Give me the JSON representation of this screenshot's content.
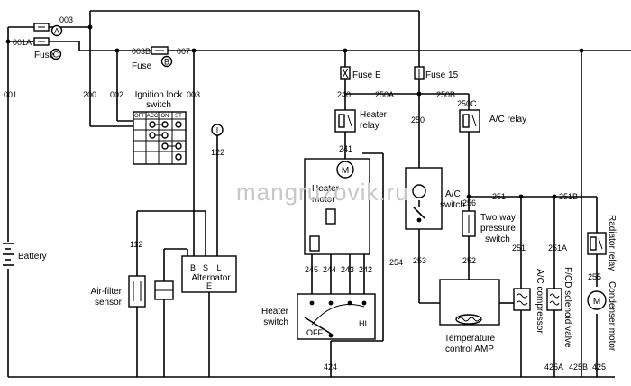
{
  "labels": {
    "fuse_a": "Fuse",
    "fuse_b": "Fuse",
    "fuse_e": "Fuse E",
    "fuse_15": "Fuse 15",
    "ignition_line1": "Ignition lock",
    "ignition_line2": "switch",
    "battery": "Battery",
    "air_filter_line1": "Air-filter",
    "air_filter_line2": "sensor",
    "alternator": "Alternator",
    "alt_terminal_b": "B",
    "alt_terminal_s": "S",
    "alt_terminal_l": "L",
    "alt_terminal_e": "E",
    "heater_relay_line1": "Heater",
    "heater_relay_line2": "relay",
    "heater_motor_line1": "Heater",
    "heater_motor_line2": "motor",
    "heater_switch_line1": "Heater",
    "heater_switch_line2": "switch",
    "off": "OFF",
    "hi": "HI",
    "ac_switch_line1": "A/C",
    "ac_switch_line2": "switch",
    "ac_relay": "A/C relay",
    "pressure_line1": "Two way",
    "pressure_line2": "pressure",
    "pressure_line3": "switch",
    "temp_amp_line1": "Temperature",
    "temp_amp_line2": "control AMP",
    "ac_compressor": "A/C compressor",
    "fcd_valve": "F/CD solenoid valve",
    "radiator_relay": "Radiator relay",
    "condenser_motor": "Condenser motor",
    "circle_a": "A",
    "circle_b": "B",
    "circle_c": "C",
    "circle_i": "I",
    "ign_headers": [
      "OFF",
      "ACC",
      "ON",
      "ST"
    ]
  },
  "wires": {
    "w001": "001",
    "w001A": "001A",
    "w003_top": "003",
    "w003B": "003B",
    "w007": "007",
    "w200": "200",
    "w002": "002",
    "w003": "003",
    "w122": "122",
    "w112": "112",
    "w240": "240",
    "w250A": "250A",
    "w250": "250",
    "w250B": "250B",
    "w250C": "250C",
    "w241": "241",
    "w245": "245",
    "w244": "244",
    "w243": "243",
    "w242": "242",
    "w254": "254",
    "w253": "253",
    "w256": "256",
    "w252": "252",
    "w251_top": "251",
    "w251B": "251B",
    "w251": "251",
    "w251A": "251A",
    "w255": "255",
    "w424": "424",
    "w425A": "425A",
    "w425B": "425B",
    "w425": "425"
  },
  "watermark": "mangruzovik.ru"
}
